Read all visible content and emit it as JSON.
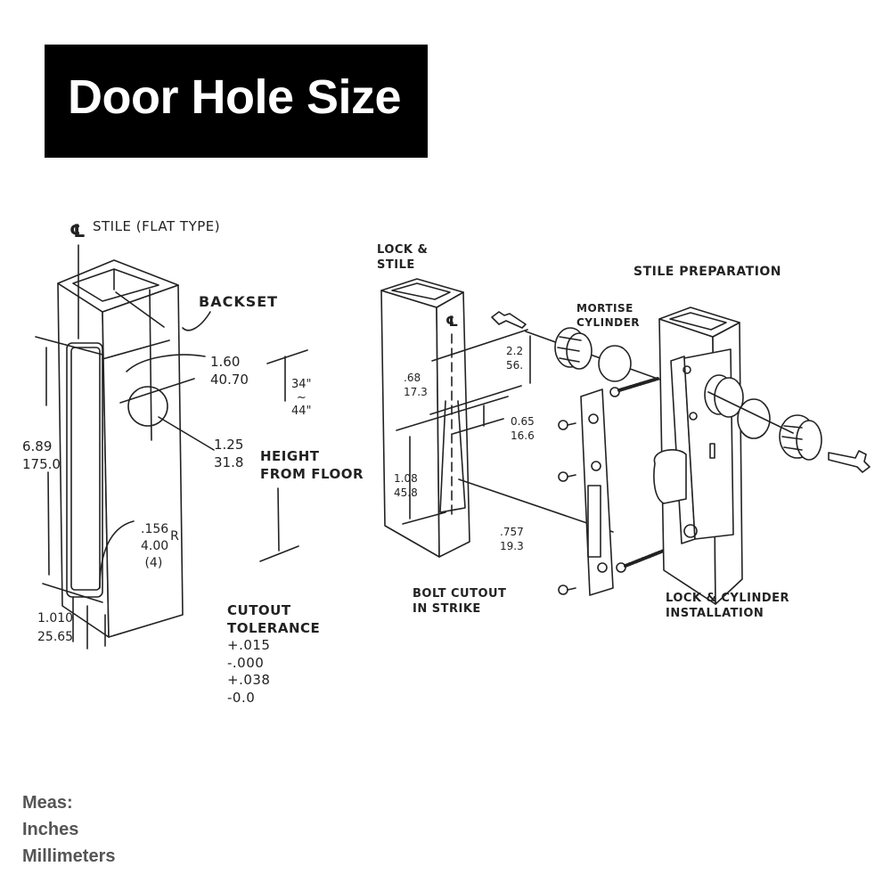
{
  "title": "Door Hole Size",
  "left_diagram": {
    "heading": "STILE (FLAT TYPE)",
    "centerline_symbol": "℄",
    "backset": "BACKSET",
    "dim_hole_offset": [
      "1.60",
      "40.70"
    ],
    "dim_hole_diameter": [
      "1.25",
      "31.8"
    ],
    "dim_height_range": [
      "34\"",
      "~",
      "44\""
    ],
    "height_from_floor": [
      "HEIGHT",
      "FROM FLOOR"
    ],
    "dim_cutout_length": [
      "6.89",
      "175.0"
    ],
    "dim_radius": [
      ".156",
      "R",
      "4.00",
      "(4)"
    ],
    "dim_cutout_width": [
      "1.010",
      "25.65"
    ],
    "cutout_tolerance": {
      "heading": [
        "CUTOUT",
        "TOLERANCE"
      ],
      "values": [
        "+.015",
        "-.000",
        "+.038",
        "-0.0"
      ]
    }
  },
  "middle_diagram": {
    "heading": [
      "LOCK &",
      "STILE"
    ],
    "centerline_symbol": "℄",
    "dim_a": [
      ".68",
      "17.3"
    ],
    "dim_b": [
      "2.2",
      "56."
    ],
    "dim_c": [
      "0.65",
      "16.6"
    ],
    "dim_d": [
      "1.08",
      "45.8"
    ],
    "dim_e": [
      ".757",
      "19.3"
    ],
    "caption": [
      "BOLT CUTOUT",
      "IN STRIKE"
    ]
  },
  "right_diagram": {
    "heading": "STILE PREPARATION",
    "mortise_cylinder": [
      "MORTISE",
      "CYLINDER"
    ],
    "caption": [
      "LOCK & CYLINDER",
      "INSTALLATION"
    ]
  },
  "legend": [
    "Meas:",
    "Inches",
    "Millimeters"
  ]
}
